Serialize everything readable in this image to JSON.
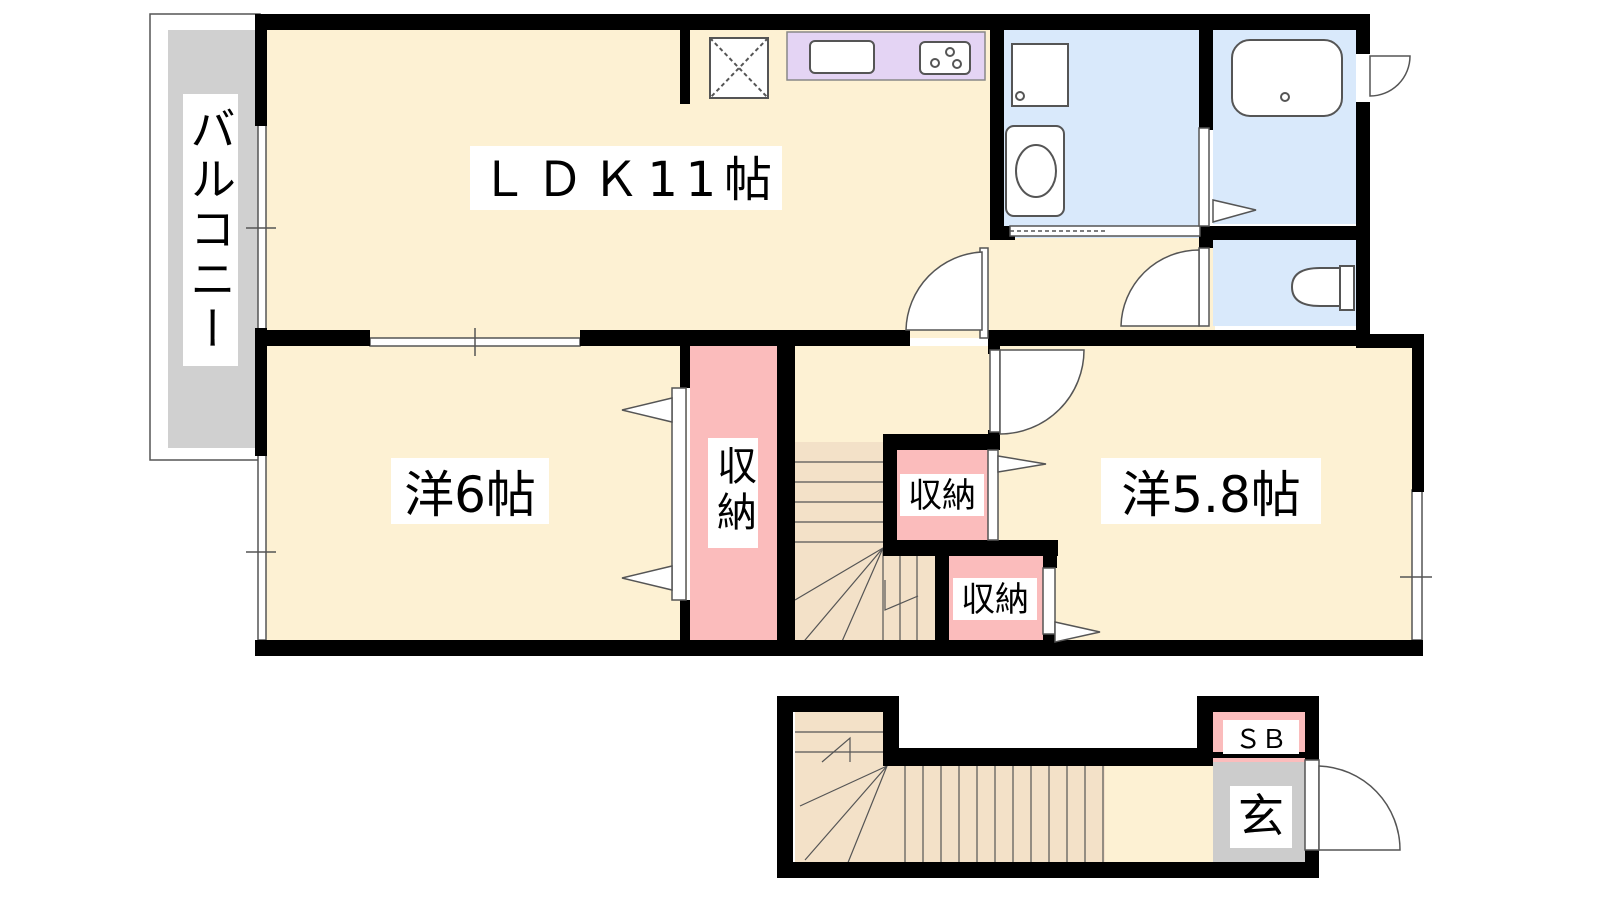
{
  "rooms": {
    "ldk": "ＬＤＫ11帖",
    "western1": "洋6帖",
    "western2": "洋5.8帖",
    "balcony": "バルコニー",
    "storage_big": "収納",
    "storage_small1": "収納",
    "storage_small2": "収納",
    "shoe_box": "ＳＢ",
    "entrance": "玄"
  },
  "colors": {
    "room_floor": "#fdf1d3",
    "wet_area": "#d9e9fb",
    "storage": "#fbbcbc",
    "balcony": "#d0d0d0",
    "entrance": "#cccccc",
    "stairs": "#f3e1c8",
    "kitchen": "#e4d4f4",
    "wall": "#000000"
  }
}
